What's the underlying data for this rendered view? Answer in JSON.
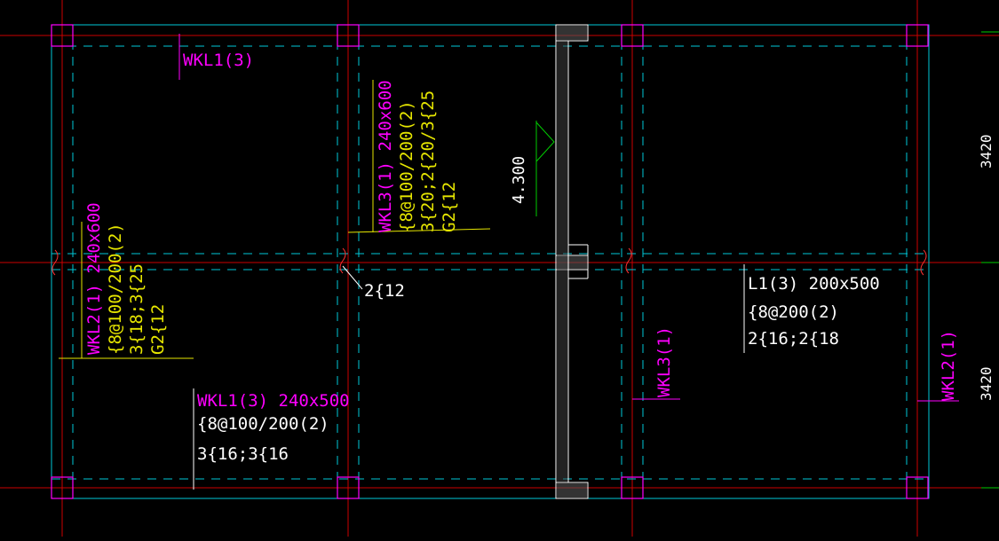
{
  "colors": {
    "background": "#000000",
    "grid_axis": "#cc0000",
    "beam_line": "#00c8d8",
    "column": "#ff00ff",
    "annotation_magenta": "#ff00ff",
    "annotation_yellow": "#e6e600",
    "annotation_white": "#ffffff",
    "elevation_marker": "#00cc00",
    "wall_hatch": "#c8c8c8"
  },
  "labels": {
    "wkl1_top": "WKL1(3)",
    "wkl3_mid": {
      "name": "WKL3(1) 240x600",
      "stirrup": "{8@100/200(2)",
      "main": "3{20;2{20/3{25",
      "side": "G2{12"
    },
    "wkl2_left": {
      "name": "WKL2(1) 240x600",
      "stirrup": "{8@100/200(2)",
      "main": "3{18;3{25",
      "side": "G2{12"
    },
    "wkl1_bottom": {
      "name": "WKL1(3) 240x500",
      "stirrup": "{8@100/200(2)",
      "main": "3{16;3{16"
    },
    "l1": {
      "name": "L1(3) 200x500",
      "stirrup": "{8@200(2)",
      "main": "2{16;2{18"
    },
    "extra_bar": "2{12",
    "wkl3_right": "WKL3(1)",
    "wkl2_right": "WKL2(1)",
    "elevation": "4.300",
    "dim_top": "3420",
    "dim_bottom": "3420"
  }
}
